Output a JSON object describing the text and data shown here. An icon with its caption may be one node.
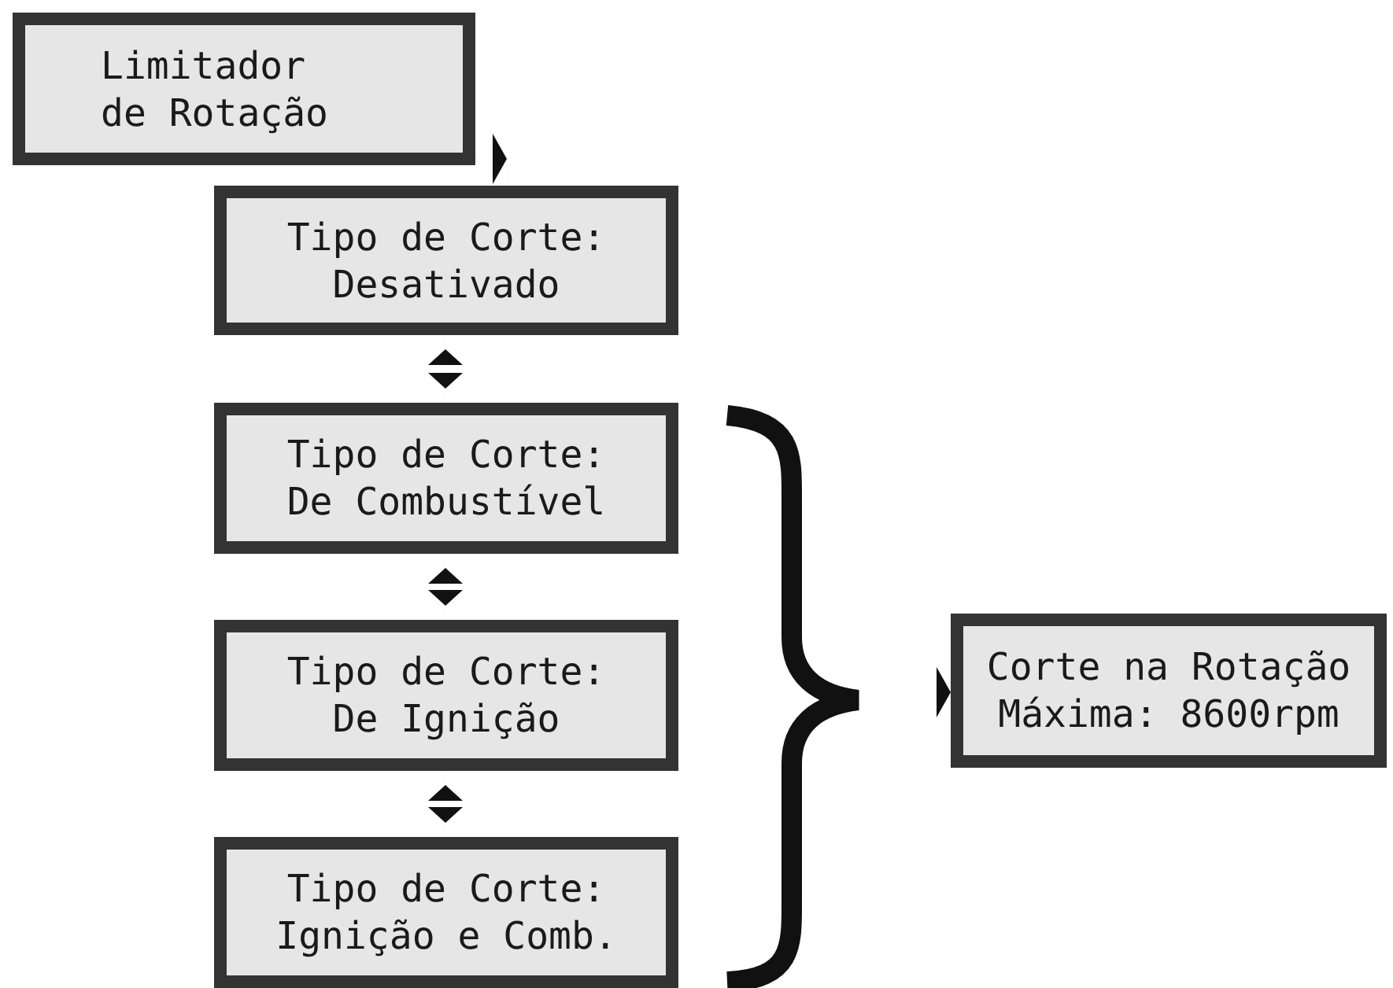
{
  "diagram": {
    "nodes": [
      {
        "text": [
          "Limitador",
          "de Rotação"
        ]
      },
      {
        "text": [
          "Tipo de Corte:",
          "Desativado"
        ]
      },
      {
        "text": [
          "Tipo de Corte:",
          "De Combustível"
        ]
      },
      {
        "text": [
          "Tipo de Corte:",
          "De Ignição"
        ]
      },
      {
        "text": [
          "Tipo de Corte:",
          "Ignição e Comb."
        ]
      },
      {
        "text": [
          "Corte na Rotação",
          "Máxima: 8600rpm"
        ]
      }
    ],
    "edges": [
      {
        "from": 0,
        "to": 1,
        "arrow": "to"
      },
      {
        "from": 1,
        "to": 2,
        "arrow": "both"
      },
      {
        "from": 2,
        "to": 3,
        "arrow": "both"
      },
      {
        "from": 3,
        "to": 4,
        "arrow": "both"
      },
      {
        "from": null,
        "to": 5,
        "arrow": "to"
      }
    ]
  }
}
